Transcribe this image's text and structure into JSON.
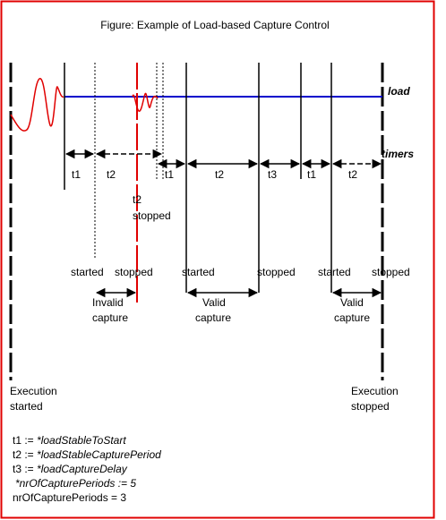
{
  "figure": {
    "title": "Figure: Example of Load-based Capture Control",
    "axis_labels": {
      "load": "load",
      "timers": "timers"
    },
    "timer_labels": [
      "t1",
      "t2",
      "t1",
      "t2",
      "t3",
      "t1",
      "t2"
    ],
    "t2_stopped": [
      "t2",
      "stopped"
    ],
    "capture_events": {
      "invalid": {
        "started": "started",
        "stopped": "stopped",
        "name": [
          "Invalid",
          "capture"
        ]
      },
      "valid1": {
        "started": "started",
        "stopped": "stopped",
        "name": [
          "Valid",
          "capture"
        ]
      },
      "valid2": {
        "started": "started",
        "stopped": "stopped",
        "name": [
          "Valid",
          "capture"
        ]
      }
    },
    "execution_started": [
      "Execution",
      "started"
    ],
    "execution_stopped": [
      "Execution",
      "stopped"
    ],
    "legend": {
      "l1_prefix": "t1 := ",
      "l1_term": "*loadStableToStart",
      "l2_prefix": "t2 := ",
      "l2_term": "*loadStableCapturePeriod",
      "l3_prefix": "t3 := ",
      "l3_term": "*loadCaptureDelay",
      "l4": "*nrOfCapturePeriods := 5",
      "l5": "nrOfCapturePeriods = 3"
    },
    "colors": {
      "border": "#e00000",
      "load_line": "#0000cc",
      "invalid_marker": "#e00000",
      "ink": "#000000"
    }
  }
}
